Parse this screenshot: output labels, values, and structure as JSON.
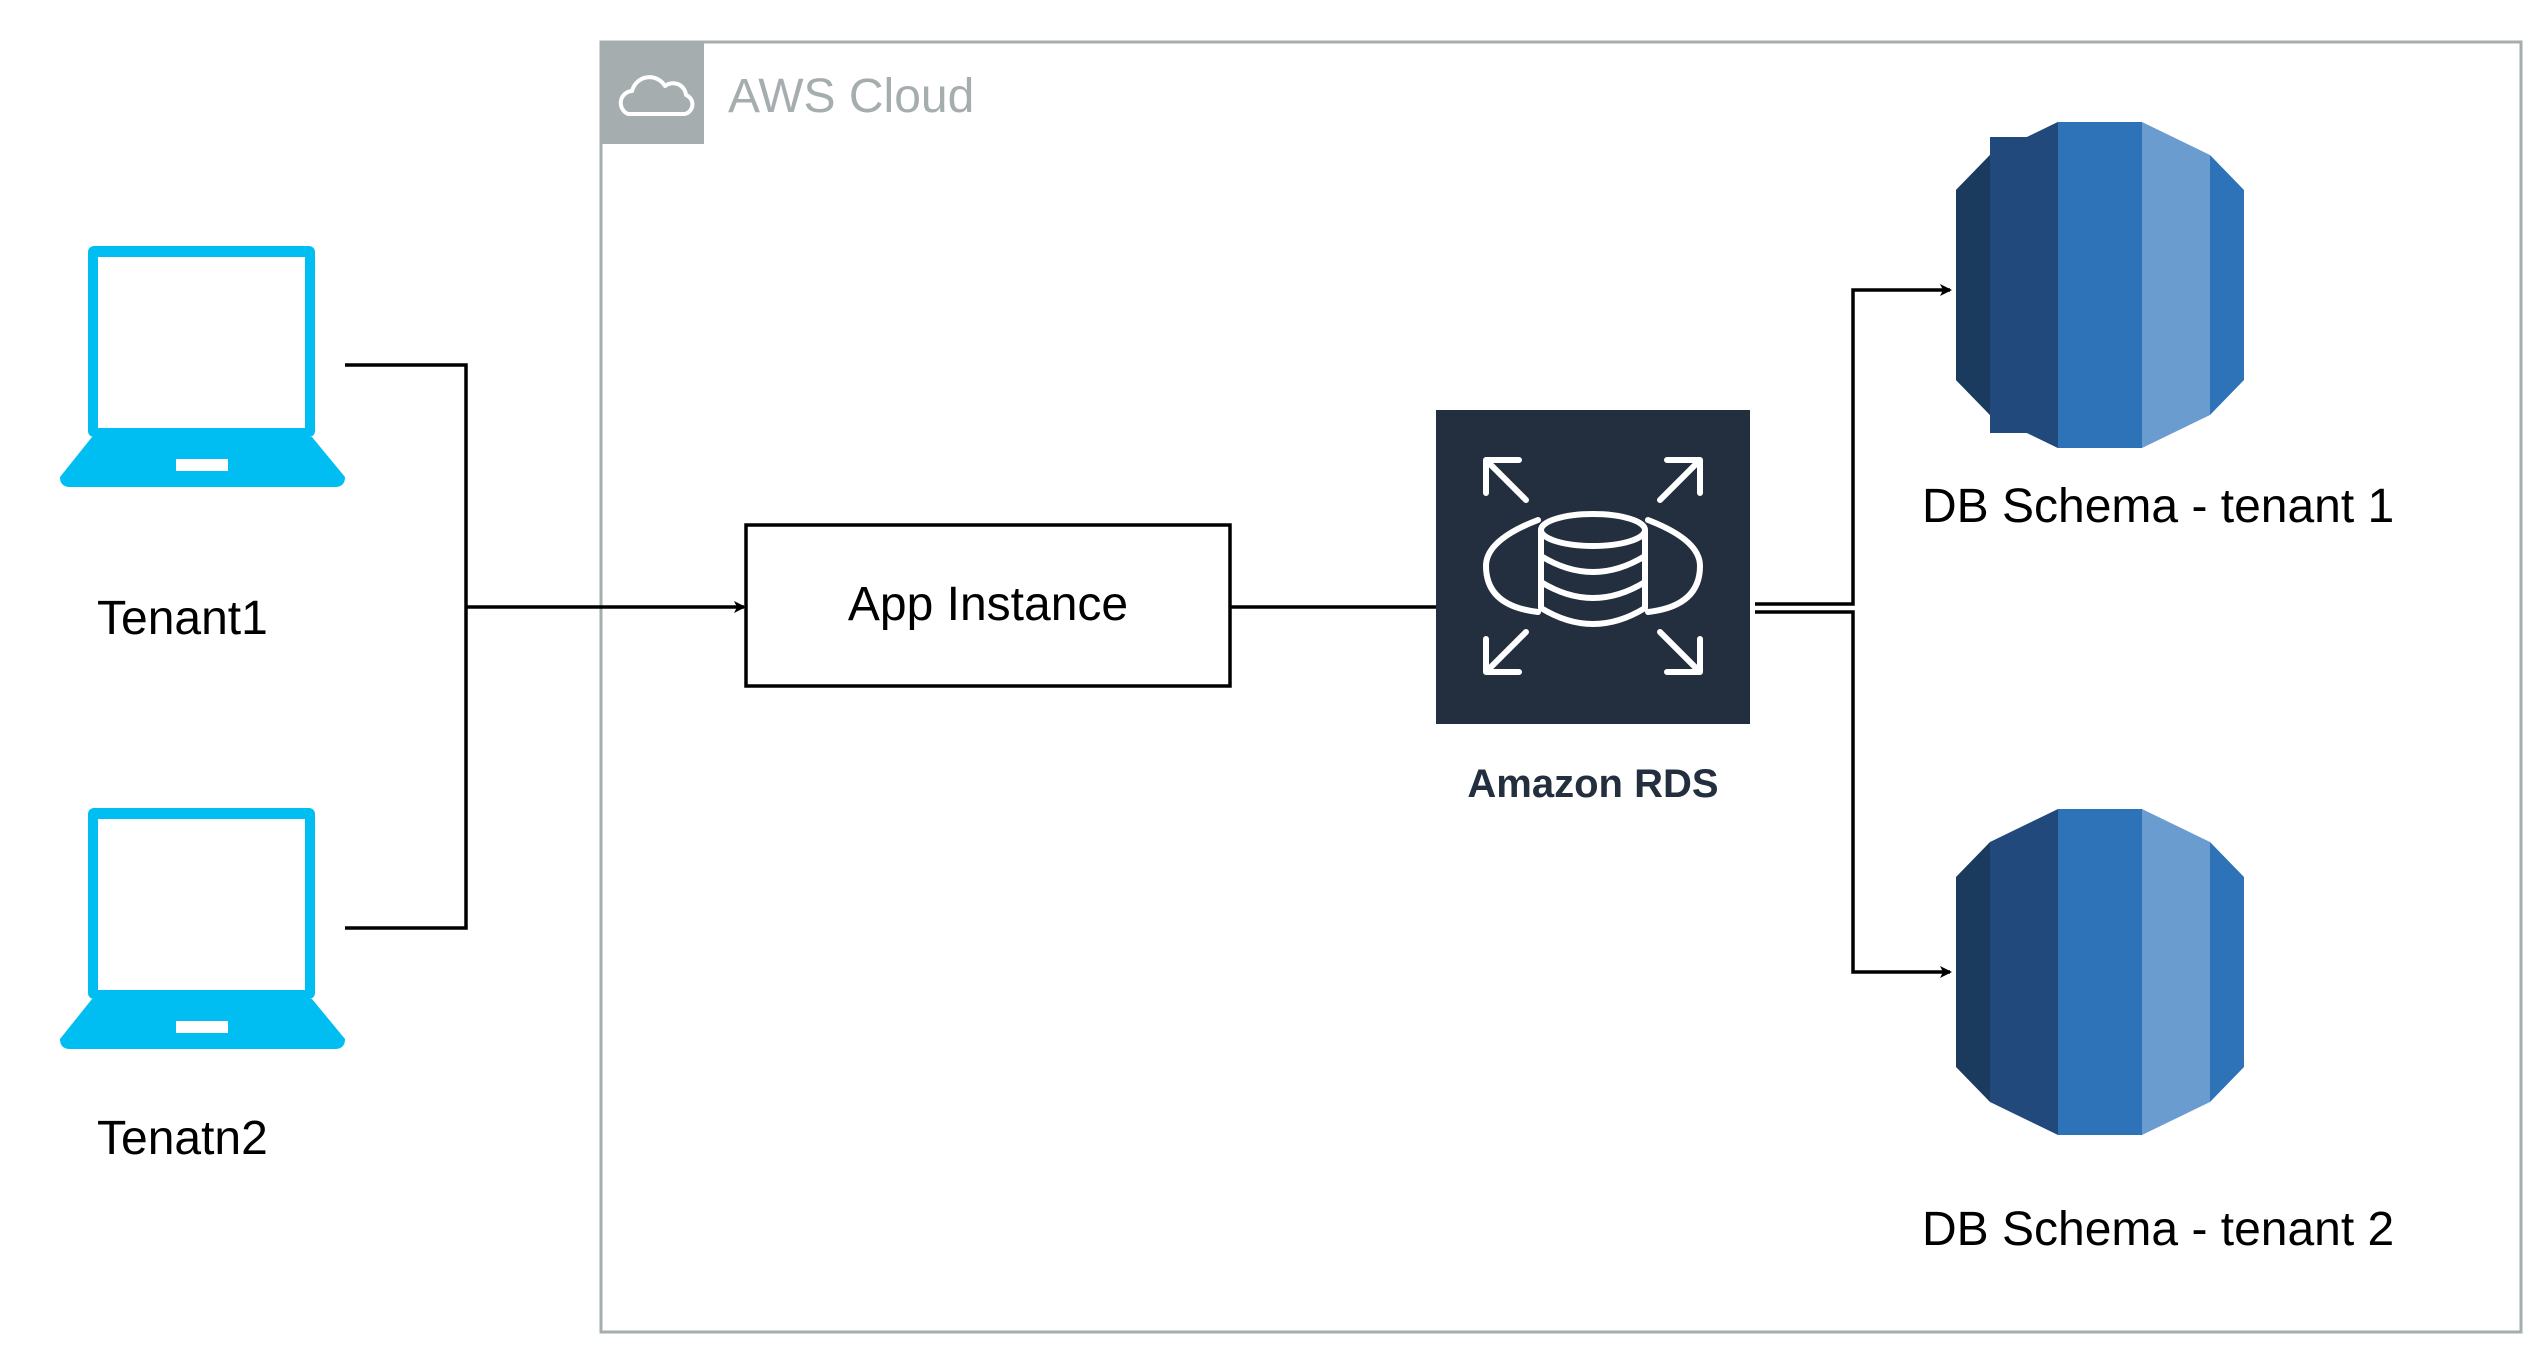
{
  "group": {
    "label": "AWS Cloud"
  },
  "tenants": [
    {
      "label": "Tenant1"
    },
    {
      "label": "Tenatn2"
    }
  ],
  "app": {
    "label": "App Instance"
  },
  "rds": {
    "label": "Amazon RDS"
  },
  "schemas": [
    {
      "label": "DB Schema - tenant 1"
    },
    {
      "label": "DB Schema - tenant 2"
    }
  ],
  "colors": {
    "laptop": "#00BEF2",
    "group_border": "#A5ADAF",
    "rds_bg": "#232F3E",
    "db_dark": "#1A3A5E",
    "db_mid": "#21497B",
    "db_main": "#2E73B8",
    "db_light": "#6B9CD0"
  },
  "icons": {
    "group": "cloud-icon",
    "tenant": "laptop-icon",
    "rds": "amazon-rds-icon",
    "schema": "database-icon"
  }
}
